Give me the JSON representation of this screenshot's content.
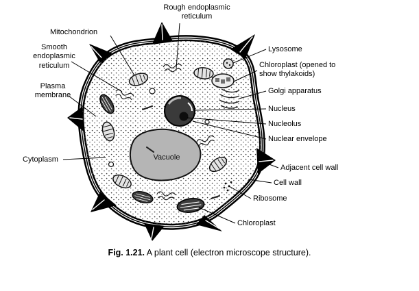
{
  "figure": {
    "caption_prefix": "Fig. 1.21.",
    "caption_text": "A plant cell (electron microscope structure)."
  },
  "labels": {
    "rough_er": "Rough endoplasmic reticulum",
    "mitochondrion": "Mitochondrion",
    "smooth_er": "Smooth endoplasmic reticulum",
    "plasma_membrane": "Plasma membrane",
    "cytoplasm": "Cytoplasm",
    "lysosome": "Lysosome",
    "chloroplast_opened": "Chloroplast (opened to show thylakoids)",
    "golgi_apparatus": "Golgi apparatus",
    "nucleus": "Nucleus",
    "nucleolus": "Nucleolus",
    "nuclear_envelope": "Nuclear envelope",
    "adjacent_cell_wall": "Adjacent cell wall",
    "cell_wall": "Cell wall",
    "ribosome": "Ribosome",
    "chloroplast": "Chloroplast",
    "vacuole": "Vacuole"
  }
}
